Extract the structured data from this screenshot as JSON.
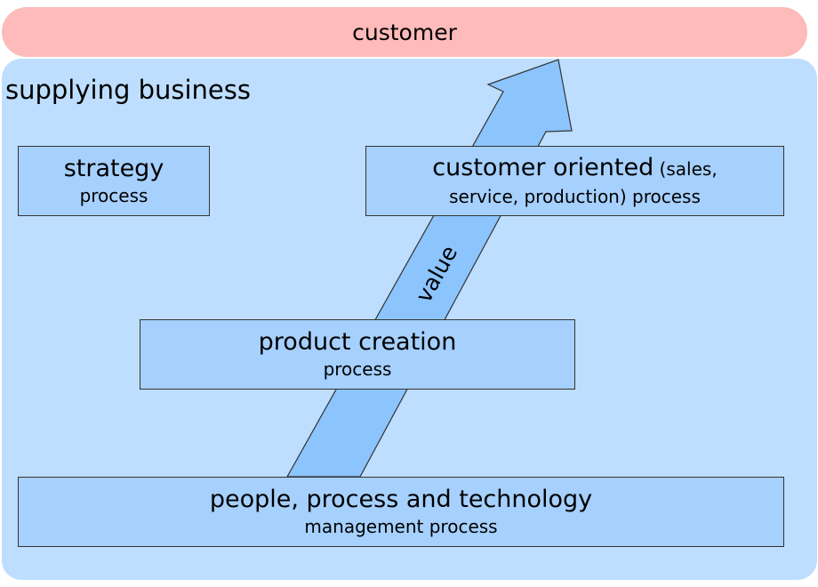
{
  "customer": {
    "label": "customer"
  },
  "business": {
    "title": "supplying business"
  },
  "arrow": {
    "label": "value"
  },
  "boxes": {
    "strategy": {
      "main": "strategy",
      "sub": "process"
    },
    "customer_oriented": {
      "main": "customer oriented",
      "main_suffix": " (sales,",
      "sub": "service, production) process"
    },
    "product_creation": {
      "main": "product creation",
      "sub": "process"
    },
    "people": {
      "main": "people, process and technology",
      "sub": "management process"
    }
  },
  "colors": {
    "customer_bar": "#ffbaba",
    "business_panel": "#bedeff",
    "box_fill": "#a6d0fe",
    "arrow_fill": "#8cc4fe",
    "border": "#333333"
  }
}
